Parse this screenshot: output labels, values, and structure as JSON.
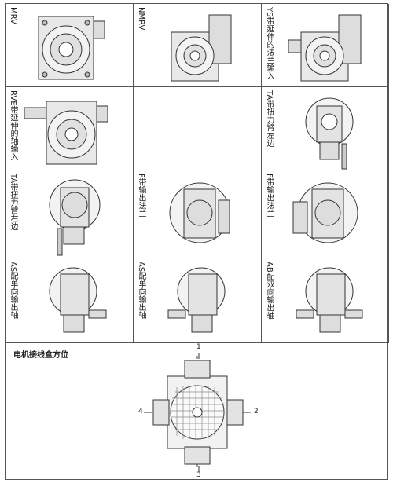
{
  "cells": [
    {
      "id": "mrv",
      "label": "MRV"
    },
    {
      "id": "nmrv",
      "label": "NMRV"
    },
    {
      "id": "ys",
      "label": "YS带延伸的法兰输入"
    },
    {
      "id": "rve",
      "label": "RVE带延伸的轴输入"
    },
    {
      "id": "empty",
      "label": ""
    },
    {
      "id": "ta-left",
      "label": "TA带扭力臂左边"
    },
    {
      "id": "ta-right",
      "label": "TA带扭力臂右边"
    },
    {
      "id": "f-a",
      "label": "F带输出法兰"
    },
    {
      "id": "f-b",
      "label": "F带输出法兰"
    },
    {
      "id": "as-a",
      "label": "AS配单向输出轴"
    },
    {
      "id": "as-b",
      "label": "AS配单向输出轴"
    },
    {
      "id": "ab",
      "label": "AB配双向输出轴"
    }
  ],
  "bottom": {
    "title": "电机接线盒方位",
    "positions": {
      "top": "1",
      "right": "2",
      "bottom": "3",
      "left": "4"
    }
  }
}
